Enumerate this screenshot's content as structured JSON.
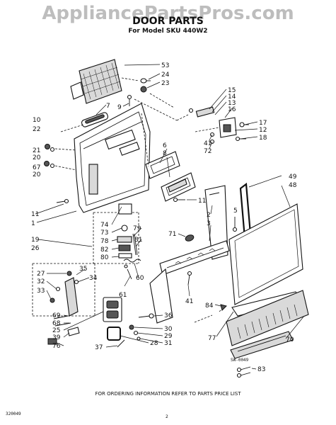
{
  "watermark": "AppliancePartsPros.com",
  "title": "DOOR PARTS",
  "subtitle": "For Model SKU 440W2",
  "footer_note": "FOR ORDERING INFORMATION REFER TO PARTS PRICE LIST",
  "diagram_code": "SW-0049",
  "document_code": "320049",
  "page_number": "2",
  "callouts": [
    "53",
    "24",
    "23",
    "15",
    "14",
    "13",
    "16",
    "17",
    "12",
    "18",
    "41",
    "72",
    "7",
    "9",
    "10",
    "22",
    "21",
    "20",
    "67",
    "20",
    "6",
    "8",
    "11",
    "49",
    "48",
    "2",
    "5",
    "3",
    "11",
    "1",
    "74",
    "73",
    "78",
    "82",
    "80",
    "79",
    "81",
    "19",
    "26",
    "71",
    "27",
    "35",
    "34",
    "32",
    "33",
    "60",
    "61",
    "41",
    "84",
    "77",
    "70",
    "69",
    "68",
    "25",
    "39",
    "76",
    "36",
    "30",
    "29",
    "31",
    "28",
    "37",
    "83"
  ]
}
